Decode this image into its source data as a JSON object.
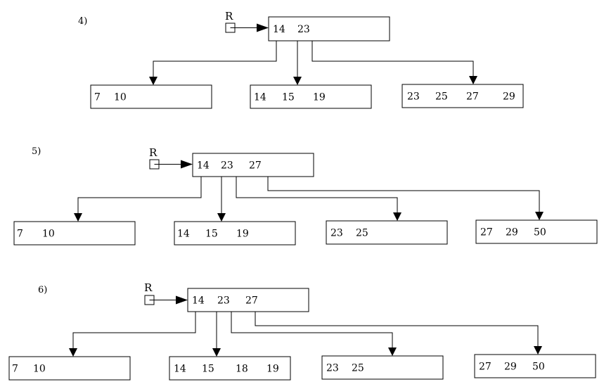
{
  "root_pointer_label": "R",
  "steps": [
    {
      "label": "4)",
      "root": {
        "keys": [
          "14",
          "23"
        ]
      },
      "leaves": [
        {
          "keys": [
            "7",
            "10"
          ]
        },
        {
          "keys": [
            "14",
            "15",
            "19"
          ]
        },
        {
          "keys": [
            "23",
            "25",
            "27",
            "29"
          ]
        }
      ]
    },
    {
      "label": "5)",
      "root": {
        "keys": [
          "14",
          "23",
          "27"
        ]
      },
      "leaves": [
        {
          "keys": [
            "7",
            "10"
          ]
        },
        {
          "keys": [
            "14",
            "15",
            "19"
          ]
        },
        {
          "keys": [
            "23",
            "25"
          ]
        },
        {
          "keys": [
            "27",
            "29",
            "50"
          ]
        }
      ]
    },
    {
      "label": "6)",
      "root": {
        "keys": [
          "14",
          "23",
          "27"
        ]
      },
      "leaves": [
        {
          "keys": [
            "7",
            "10"
          ]
        },
        {
          "keys": [
            "14",
            "15",
            "18",
            "19"
          ]
        },
        {
          "keys": [
            "23",
            "25"
          ]
        },
        {
          "keys": [
            "27",
            "29",
            "50"
          ]
        }
      ]
    }
  ]
}
